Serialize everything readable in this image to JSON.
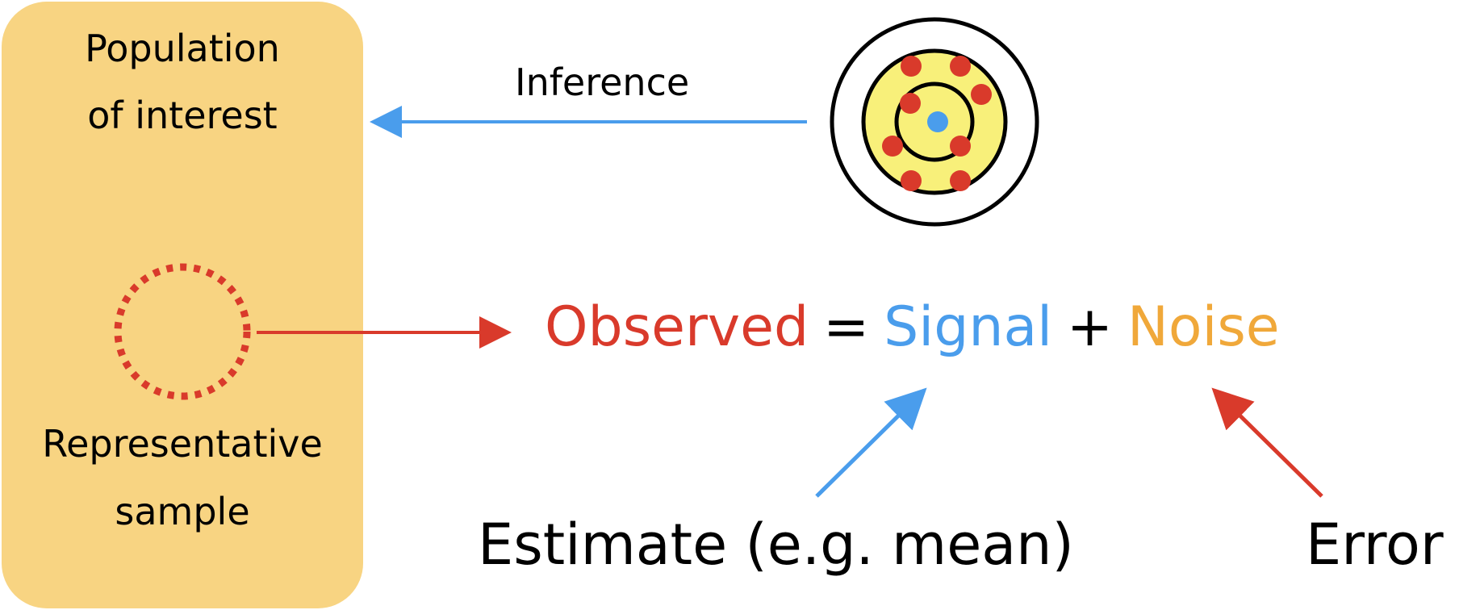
{
  "population": {
    "line1": "Population",
    "line2": "of interest",
    "fill_color": "#F8D482"
  },
  "sample": {
    "line1": "Representative",
    "line2": "sample",
    "circle_color": "#D93A2B"
  },
  "inference": {
    "label": "Inference",
    "arrow_color": "#4A9DEC"
  },
  "target": {
    "icon": "bullseye-icon",
    "rings": [
      "black",
      "yellow-fill",
      "black"
    ],
    "fill_color": "#F8F07A",
    "center_dot_color": "#4A9DEC",
    "sample_dot_color": "#D93A2B",
    "sample_dot_count": 8
  },
  "equation": {
    "observed": "Observed",
    "equals": "=",
    "signal": "Signal",
    "plus": "+",
    "noise": "Noise",
    "colors": {
      "observed": "#D93A2B",
      "signal": "#4A9DEC",
      "noise": "#F0A83A"
    }
  },
  "annotations": {
    "estimate": "Estimate (e.g. mean)",
    "error": "Error",
    "estimate_arrow_color": "#4A9DEC",
    "error_arrow_color": "#D93A2B"
  }
}
